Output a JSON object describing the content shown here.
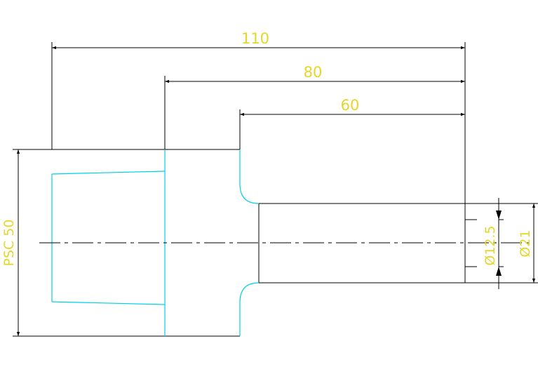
{
  "drawing": {
    "dimensions": {
      "overall_length": "110",
      "mid_length": "80",
      "shaft_length": "60",
      "height_label": "PSC 50",
      "bore_diameter": "Ø12.5",
      "shaft_diameter": "Ø21"
    },
    "colors": {
      "dimension_text": "#e6d62a",
      "outline": "#000000",
      "cyan_edges": "#00d0e6"
    }
  }
}
